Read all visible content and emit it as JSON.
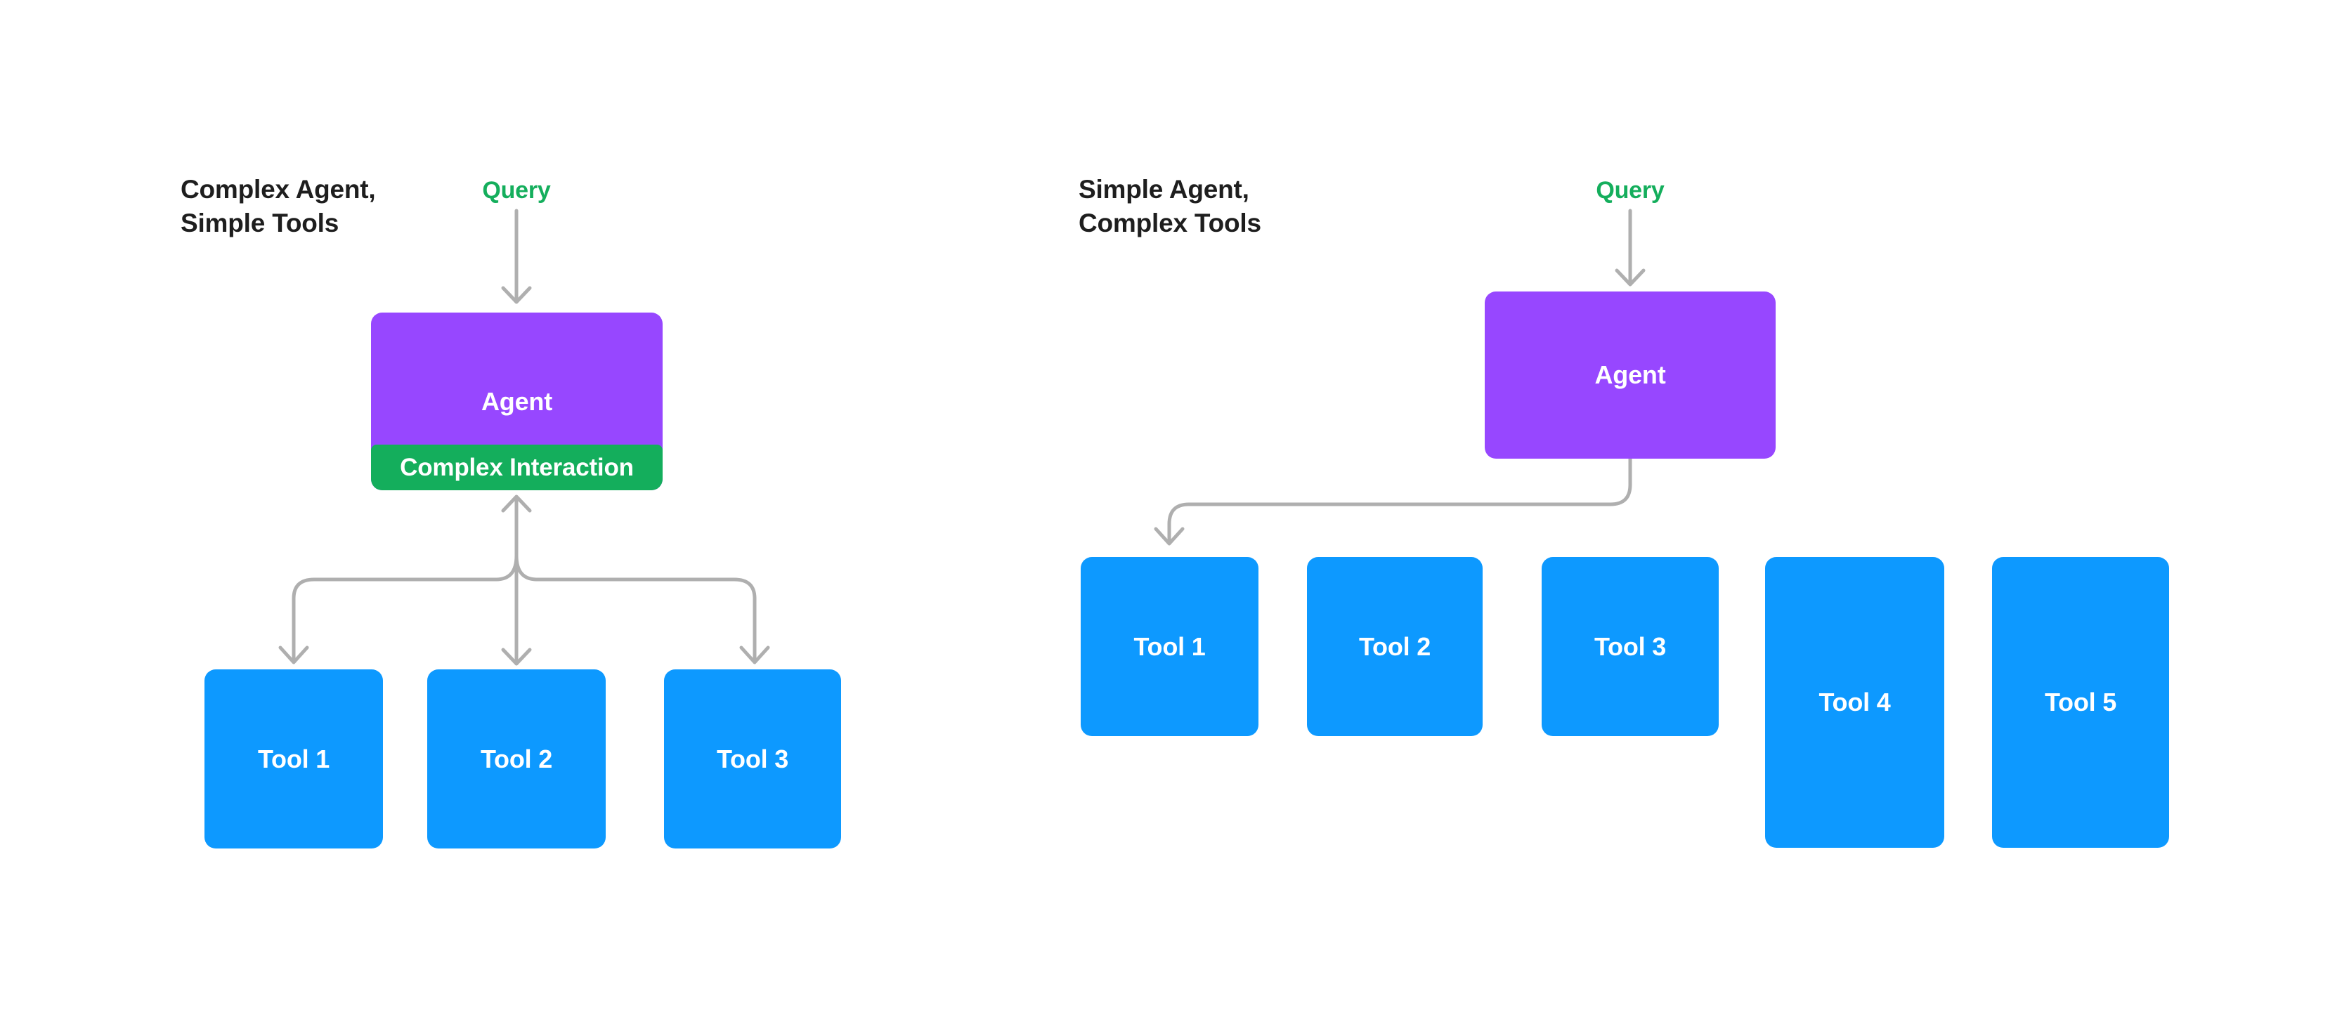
{
  "colors": {
    "background": "#FFFFFF",
    "agent_purple": "#9747FF",
    "tool_blue": "#0D99FF",
    "interaction_green": "#14AE5C",
    "query_green": "#14AE5C",
    "connector_gray": "#AFAFAF",
    "title_text": "#1E1E1E",
    "box_text": "#FFFFFF"
  },
  "left": {
    "title_line1": "Complex Agent,",
    "title_line2": "Simple Tools",
    "query_label": "Query",
    "agent_label": "Agent",
    "interaction_label": "Complex Interaction",
    "tools": [
      {
        "label": "Tool 1"
      },
      {
        "label": "Tool 2"
      },
      {
        "label": "Tool 3"
      }
    ]
  },
  "right": {
    "title_line1": "Simple Agent,",
    "title_line2": "Complex Tools",
    "query_label": "Query",
    "agent_label": "Agent",
    "tools": [
      {
        "label": "Tool 1"
      },
      {
        "label": "Tool 2"
      },
      {
        "label": "Tool 3"
      },
      {
        "label": "Tool 4"
      },
      {
        "label": "Tool 5"
      }
    ]
  }
}
